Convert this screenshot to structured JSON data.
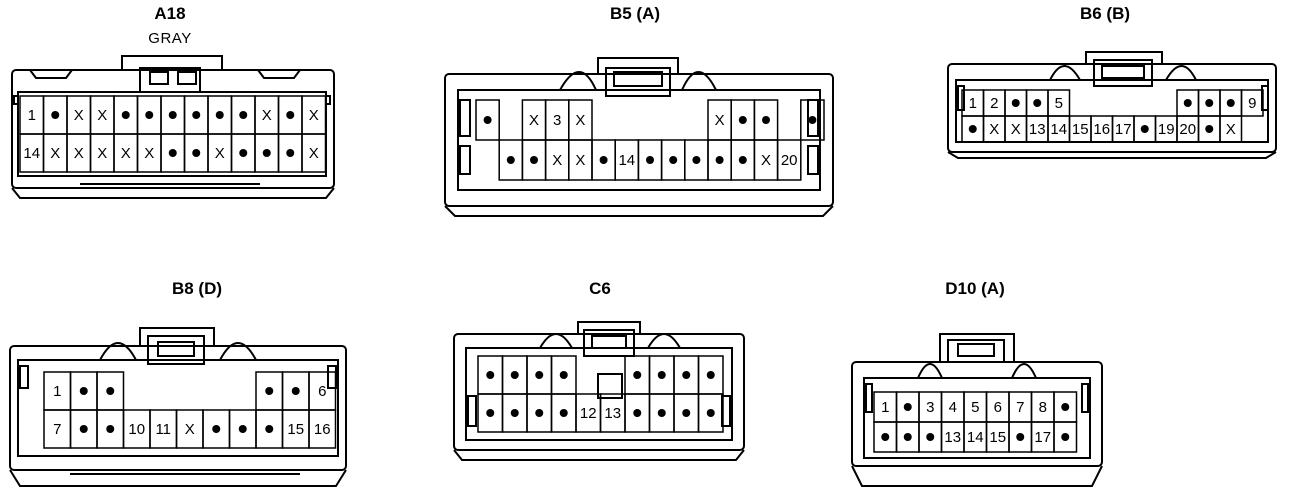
{
  "connectors": [
    {
      "id": "a18",
      "title": "A18",
      "subtitle": "GRAY",
      "rows": [
        [
          "1",
          "•",
          "X",
          "X",
          "•",
          "•",
          "•",
          "•",
          "•",
          "•",
          "X",
          "•",
          "X"
        ],
        [
          "14",
          "X",
          "X",
          "X",
          "X",
          "X",
          "•",
          "•",
          "X",
          "•",
          "•",
          "•",
          "X"
        ]
      ]
    },
    {
      "id": "b5",
      "title": "B5 (A)",
      "rows": [
        [
          "•",
          "",
          "X",
          "3",
          "X",
          "",
          "",
          "",
          "",
          "",
          "X",
          "•",
          "•",
          "",
          "•"
        ],
        [
          "",
          "•",
          "•",
          "X",
          "X",
          "•",
          "14",
          "•",
          "•",
          "•",
          "•",
          "•",
          "X",
          "20",
          ""
        ]
      ]
    },
    {
      "id": "b6",
      "title": "B6 (B)",
      "rows": [
        [
          "1",
          "2",
          "•",
          "•",
          "5",
          "",
          "",
          "",
          "",
          "",
          "•",
          "•",
          "•",
          "9"
        ],
        [
          "•",
          "X",
          "X",
          "13",
          "14",
          "15",
          "16",
          "17",
          "•",
          "19",
          "20",
          "•",
          "X",
          ""
        ]
      ]
    },
    {
      "id": "b8",
      "title": "B8 (D)",
      "rows": [
        [
          "1",
          "•",
          "•",
          "",
          "",
          "",
          "",
          "",
          "•",
          "•",
          "6"
        ],
        [
          "7",
          "•",
          "•",
          "10",
          "11",
          "X",
          "•",
          "•",
          "•",
          "15",
          "16"
        ]
      ]
    },
    {
      "id": "c6",
      "title": "C6",
      "rows": [
        [
          "•",
          "•",
          "•",
          "•",
          "",
          "",
          "•",
          "•",
          "•",
          "•"
        ],
        [
          "•",
          "•",
          "•",
          "•",
          "12",
          "13",
          "•",
          "•",
          "•",
          "•"
        ]
      ]
    },
    {
      "id": "d10",
      "title": "D10 (A)",
      "rows": [
        [
          "1",
          "•",
          "3",
          "4",
          "5",
          "6",
          "7",
          "8",
          "•"
        ],
        [
          "•",
          "•",
          "•",
          "13",
          "14",
          "15",
          "•",
          "17",
          "•"
        ]
      ]
    }
  ]
}
